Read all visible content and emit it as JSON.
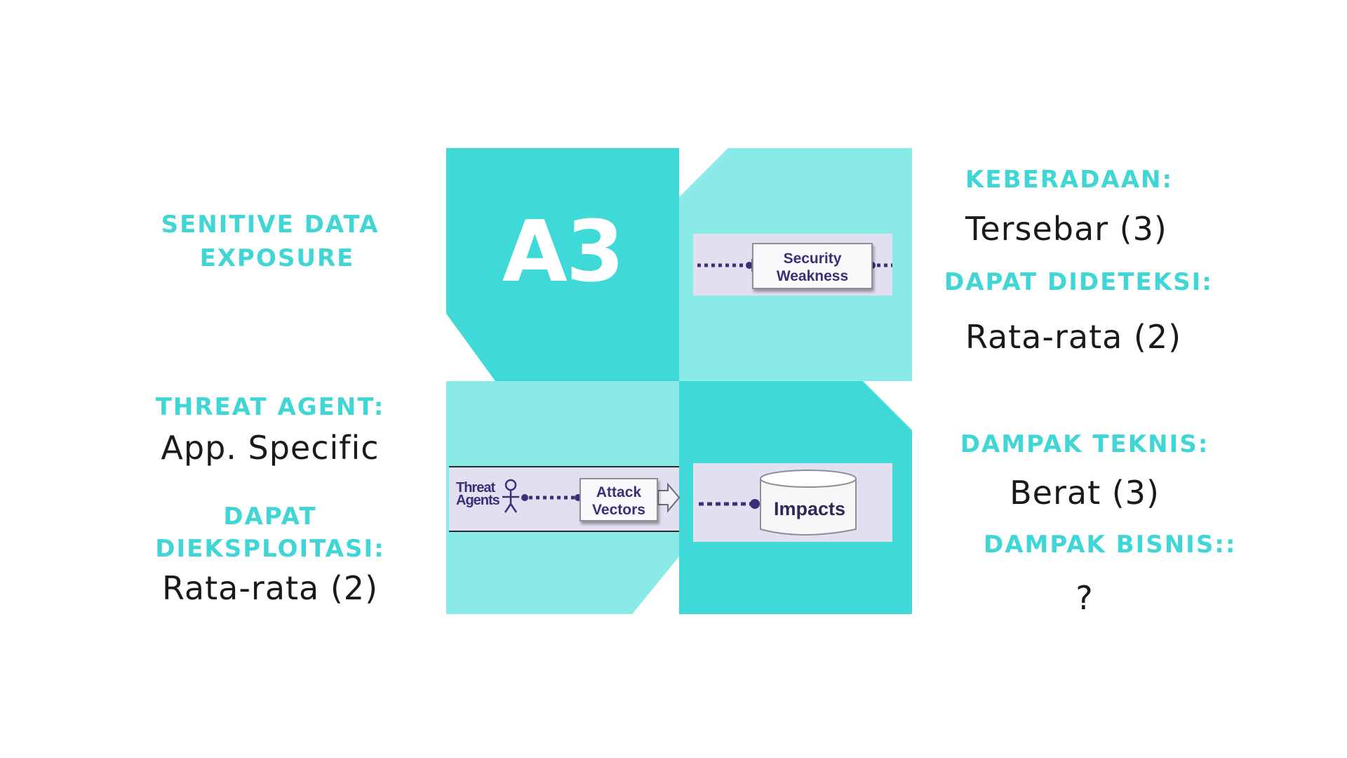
{
  "diagram": {
    "center_code": "A3",
    "security_weakness_label": "Security Weakness",
    "security_weakness_lines": [
      "Security",
      "Weakness"
    ],
    "threat_agents_lines": [
      "Threat",
      "Agents"
    ],
    "attack_vectors_lines": [
      "Attack",
      "Vectors"
    ],
    "impacts_label": "Impacts",
    "colors": {
      "teal": "#3fd9d8",
      "light_teal": "#8aeae8",
      "label": "#3fd6d5",
      "strip": "#e1e0f1",
      "ink": "#3a2f78"
    }
  },
  "left": {
    "title_lines": [
      "SENITIVE DATA",
      "EXPOSURE"
    ],
    "threat_agent_label": "THREAT AGENT:",
    "threat_agent_value": "App. Specific",
    "exploitability_label_lines": [
      "DAPAT",
      "DIEKSPLOITASI:"
    ],
    "exploitability_value": "Rata-rata (2)"
  },
  "right": {
    "prevalence_label": "KEBERADAAN:",
    "prevalence_value": "Tersebar (3)",
    "detectability_label": "DAPAT DIDETEKSI:",
    "detectability_value": "Rata-rata (2)",
    "technical_impact_label": "DAMPAK TEKNIS:",
    "technical_impact_value": "Berat (3)",
    "business_impact_label": "DAMPAK BISNIS::",
    "business_impact_value": "?"
  }
}
